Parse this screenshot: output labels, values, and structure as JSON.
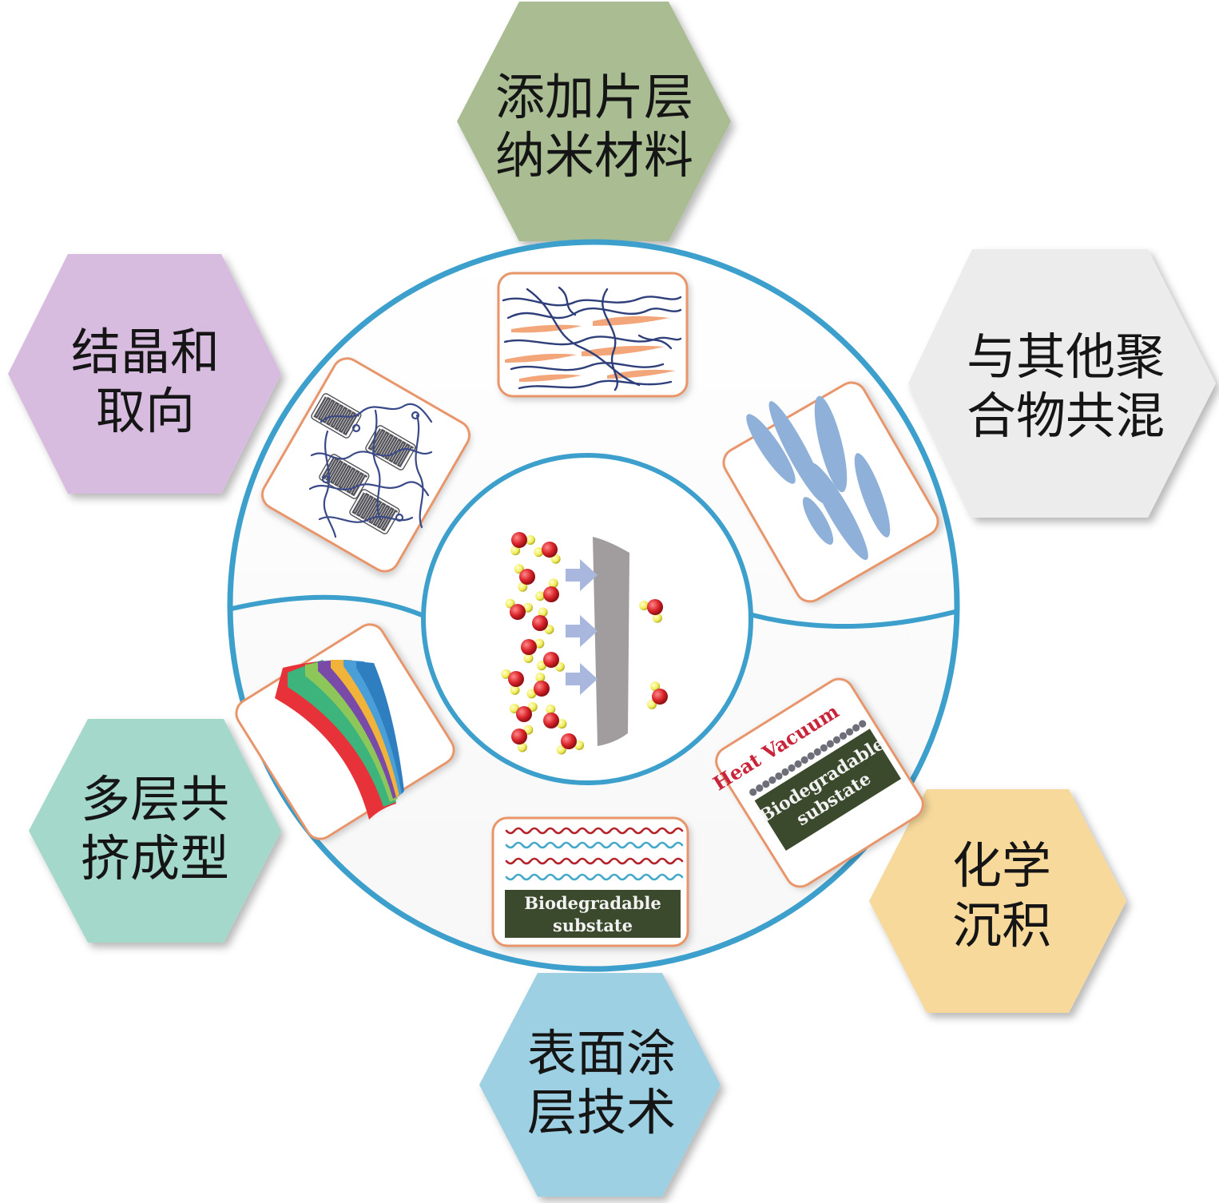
{
  "colors": {
    "ring": "#3d9fcc",
    "panel_border": "#e8956a",
    "substrate": "#3b4a2c",
    "molecule_red": "#d9232a",
    "molecule_yellow": "#f1ec57",
    "membrane": "#a19d9f",
    "arrow": "#a9b6dd"
  },
  "hexagons": [
    {
      "id": "nanofiller",
      "lines": [
        "添加片层",
        "纳米材料"
      ],
      "color": "#a9bc92"
    },
    {
      "id": "blending",
      "lines": [
        "与其他聚",
        "合物共混"
      ],
      "color": "#ececec"
    },
    {
      "id": "deposition",
      "lines": [
        "化学",
        "沉积"
      ],
      "color": "#f6d99b"
    },
    {
      "id": "coating",
      "lines": [
        "表面涂",
        "层技术"
      ],
      "color": "#9dd0e3"
    },
    {
      "id": "coextrusion",
      "lines": [
        "多层共",
        "挤成型"
      ],
      "color": "#a4d8cb"
    },
    {
      "id": "crystallization",
      "lines": [
        "结晶和",
        "取向"
      ],
      "color": "#d7bce0"
    }
  ],
  "panels": {
    "deposition": {
      "heat_label": "Heat Vacuum",
      "substrate_lines": [
        "Biodegradable",
        "substate"
      ]
    },
    "coating": {
      "substrate_lines": [
        "Biodegradable",
        "substate"
      ]
    }
  }
}
